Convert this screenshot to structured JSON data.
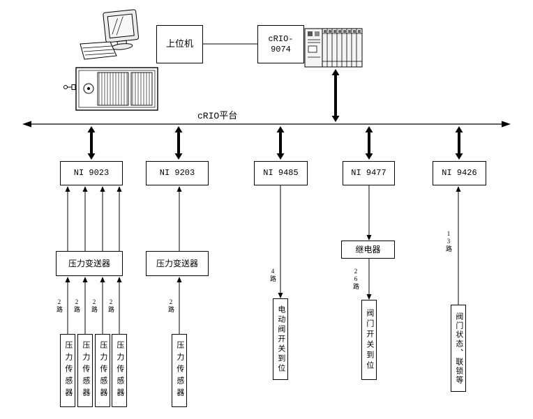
{
  "bus": {
    "label": "cRIO平台"
  },
  "nodes": {
    "host": "上位机",
    "controller": "cRIO-\n9074"
  },
  "modules": [
    {
      "label": "NI 9023"
    },
    {
      "label": "NI 9203"
    },
    {
      "label": "NI 9485"
    },
    {
      "label": "NI 9477"
    },
    {
      "label": "NI 9426"
    }
  ],
  "devices": {
    "transmitter1": "压力变送器",
    "transmitter2": "压力变送器",
    "relay": "继电器"
  },
  "sensors": [
    {
      "label": "压力传感器"
    },
    {
      "label": "压力传感器"
    },
    {
      "label": "压力传感器"
    },
    {
      "label": "压力传感器"
    },
    {
      "label": "压力传感器"
    }
  ],
  "signals": [
    {
      "label": "电动阀开关到位"
    },
    {
      "label": "阀门开关到位"
    },
    {
      "label": "阀门状态、联锁等"
    }
  ],
  "channels": [
    {
      "label": "2路"
    },
    {
      "label": "2路"
    },
    {
      "label": "2路"
    },
    {
      "label": "2路"
    },
    {
      "label": "2路"
    },
    {
      "label": "4路"
    },
    {
      "label": "26路"
    },
    {
      "label": "13路"
    }
  ]
}
